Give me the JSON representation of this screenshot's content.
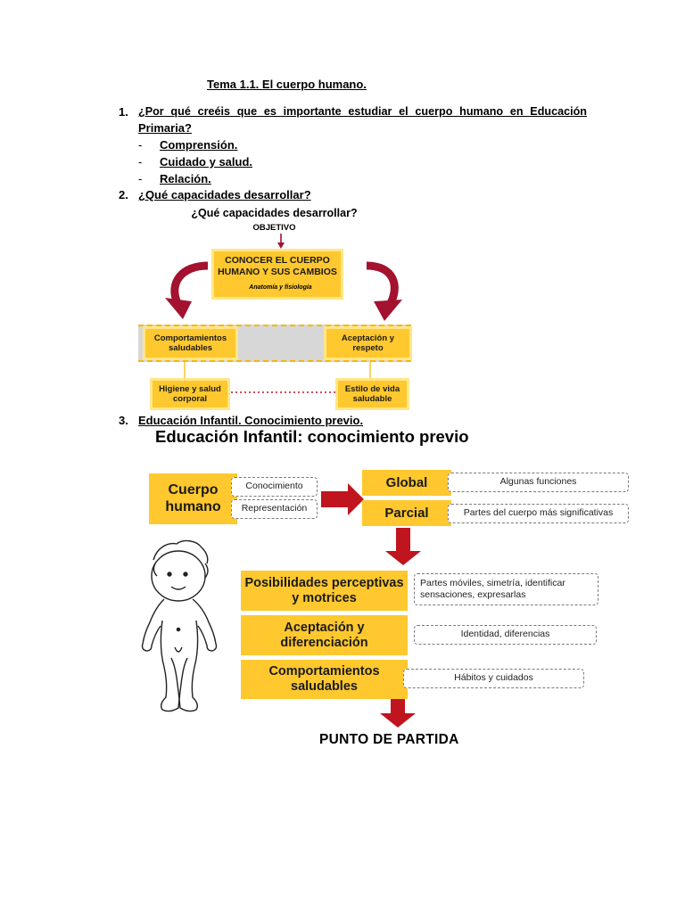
{
  "heading": "Tema 1.1. El cuerpo humano.",
  "q1": {
    "number": "1.",
    "text_line1": "¿Por qué creéis que es importante estudiar el cuerpo humano en Educación",
    "text_line2": "Primaria?",
    "items": [
      "Comprensión.",
      "Cuidado y salud.",
      "Relación."
    ]
  },
  "q2": {
    "number": "2.",
    "text": "¿Qué capacidades desarrollar?"
  },
  "diagram1": {
    "title": "¿Qué capacidades desarrollar?",
    "objective_label": "OBJETIVO",
    "objective_box": "CONOCER EL CUERPO HUMANO Y SUS CAMBIOS",
    "objective_tag": "Anatomía y fisiología",
    "left_box": "Comportamientos saludables",
    "right_box": "Aceptación y respeto",
    "bottom_left": "Higiene y salud corporal",
    "bottom_right": "Estilo de vida saludable",
    "colors": {
      "yellow": "#fec82e",
      "arrow": "#a3122e",
      "band": "#d7d7d7"
    }
  },
  "q3": {
    "number": "3.",
    "text": "Educación Infantil. Conocimiento previo."
  },
  "diagram2": {
    "title": "Educación Infantil: conocimiento previo",
    "cuerpo": "Cuerpo humano",
    "conocimiento": "Conocimiento",
    "representacion": "Representación",
    "global": "Global",
    "parcial": "Parcial",
    "algunas": "Algunas funciones",
    "partes": "Partes del cuerpo más significativas",
    "posibilidades": "Posibilidades perceptivas y motrices",
    "posibilidades_desc": "Partes móviles, simetría, identificar sensaciones, expresarlas",
    "aceptacion": "Aceptación y diferenciación",
    "aceptacion_desc": "Identidad, diferencias",
    "comportamientos": "Comportamientos saludables",
    "comportamientos_desc": "Hábitos y cuidados",
    "punto": "PUNTO DE PARTIDA"
  }
}
